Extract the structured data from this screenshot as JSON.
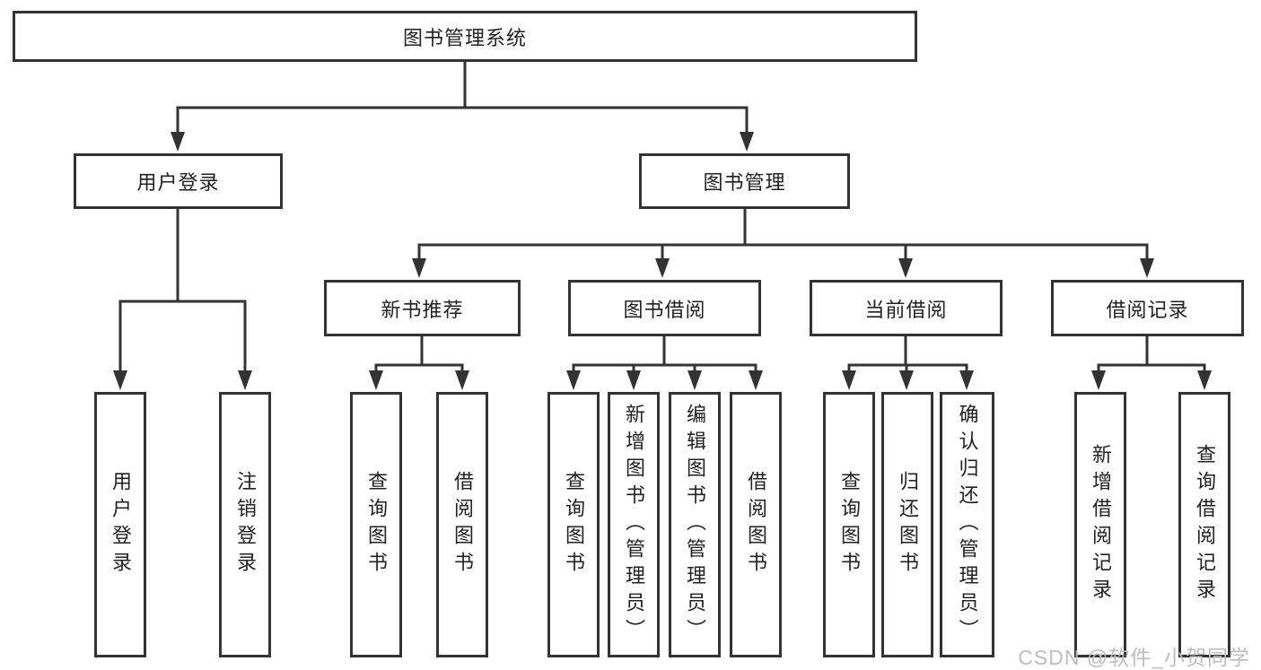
{
  "diagram": {
    "root": {
      "id": "library-management-system",
      "label": "图书管理系统"
    },
    "level2": [
      {
        "id": "user-login",
        "label": "用户登录",
        "parent": "library-management-system"
      },
      {
        "id": "book-management",
        "label": "图书管理",
        "parent": "library-management-system"
      }
    ],
    "level3": [
      {
        "id": "new-book-recommendation",
        "label": "新书推荐",
        "parent": "book-management"
      },
      {
        "id": "book-borrowing",
        "label": "图书借阅",
        "parent": "book-management"
      },
      {
        "id": "current-borrowing",
        "label": "当前借阅",
        "parent": "book-management"
      },
      {
        "id": "borrowing-records",
        "label": "借阅记录",
        "parent": "book-management"
      }
    ],
    "leaves": [
      {
        "id": "user-login-action",
        "label": "用户登录",
        "parent": "user-login"
      },
      {
        "id": "logout-action",
        "label": "注销登录",
        "parent": "user-login"
      },
      {
        "id": "query-books-recommendation",
        "label": "查询图书",
        "parent": "new-book-recommendation"
      },
      {
        "id": "borrow-books-recommendation",
        "label": "借阅图书",
        "parent": "new-book-recommendation"
      },
      {
        "id": "query-books-borrowing",
        "label": "查询图书",
        "parent": "book-borrowing"
      },
      {
        "id": "add-books-admin",
        "label": "新增图书（管理员）",
        "parent": "book-borrowing"
      },
      {
        "id": "edit-books-admin",
        "label": "编辑图书（管理员）",
        "parent": "book-borrowing"
      },
      {
        "id": "borrow-books-borrowing",
        "label": "借阅图书",
        "parent": "book-borrowing"
      },
      {
        "id": "query-books-current",
        "label": "查询图书",
        "parent": "current-borrowing"
      },
      {
        "id": "return-books",
        "label": "归还图书",
        "parent": "current-borrowing"
      },
      {
        "id": "confirm-return-admin",
        "label": "确认归还（管理员）",
        "parent": "current-borrowing"
      },
      {
        "id": "add-borrowing-record",
        "label": "新增借阅记录",
        "parent": "borrowing-records"
      },
      {
        "id": "query-borrowing-record",
        "label": "查询借阅记录",
        "parent": "borrowing-records"
      }
    ],
    "watermark": "CSDN @软件_小贺同学",
    "colors": {
      "line": "#333333",
      "box_border": "#333333",
      "text": "#222222",
      "background": "#ffffff",
      "watermark": "#bdbdbd"
    }
  }
}
